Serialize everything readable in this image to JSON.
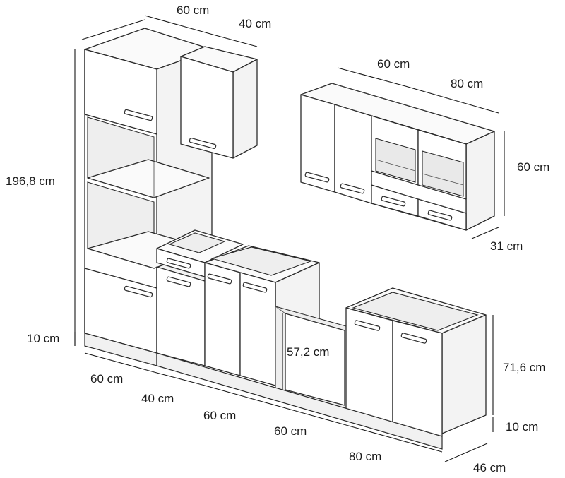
{
  "dimensions": {
    "upper_width_a": "60 cm",
    "upper_width_b": "40 cm",
    "wall_width_a": "60 cm",
    "wall_width_b": "80 cm",
    "wall_height": "60 cm",
    "wall_depth": "31 cm",
    "total_height": "196,8 cm",
    "plinth_left": "10 cm",
    "oven_opening": "57,2 cm",
    "base_height": "71,6 cm",
    "plinth_right": "10 cm",
    "base_widths": [
      "60 cm",
      "40 cm",
      "60 cm",
      "60 cm",
      "80 cm"
    ],
    "base_depth": "46 cm"
  }
}
